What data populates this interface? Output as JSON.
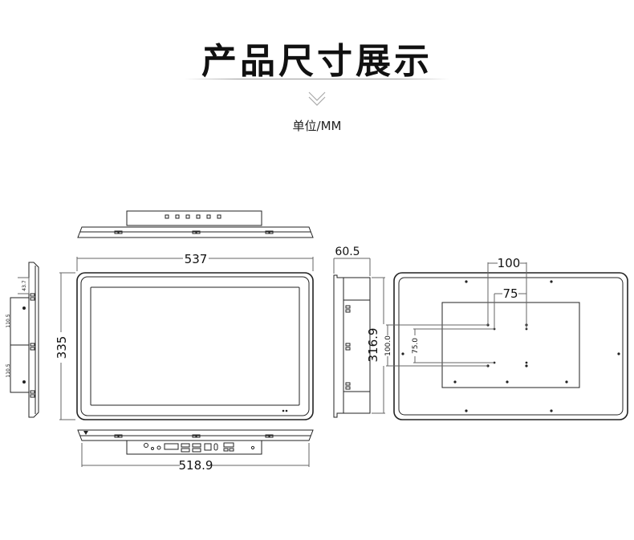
{
  "header": {
    "title": "产品尺寸展示",
    "unit_label": "单位/MM"
  },
  "dimensions": {
    "front_width": "537",
    "front_height": "335",
    "side_depth": "60.5",
    "side_height": "316.9",
    "bottom_width": "518.9",
    "vesa_outer": "100",
    "vesa_inner": "75",
    "vesa_outer_v": "100.0",
    "vesa_inner_v": "75.0",
    "left_small_top": "43.7",
    "left_small_mid": "110.5",
    "left_small_bot": "110.5"
  },
  "colors": {
    "line": "#222222",
    "dim_line": "#666666"
  }
}
